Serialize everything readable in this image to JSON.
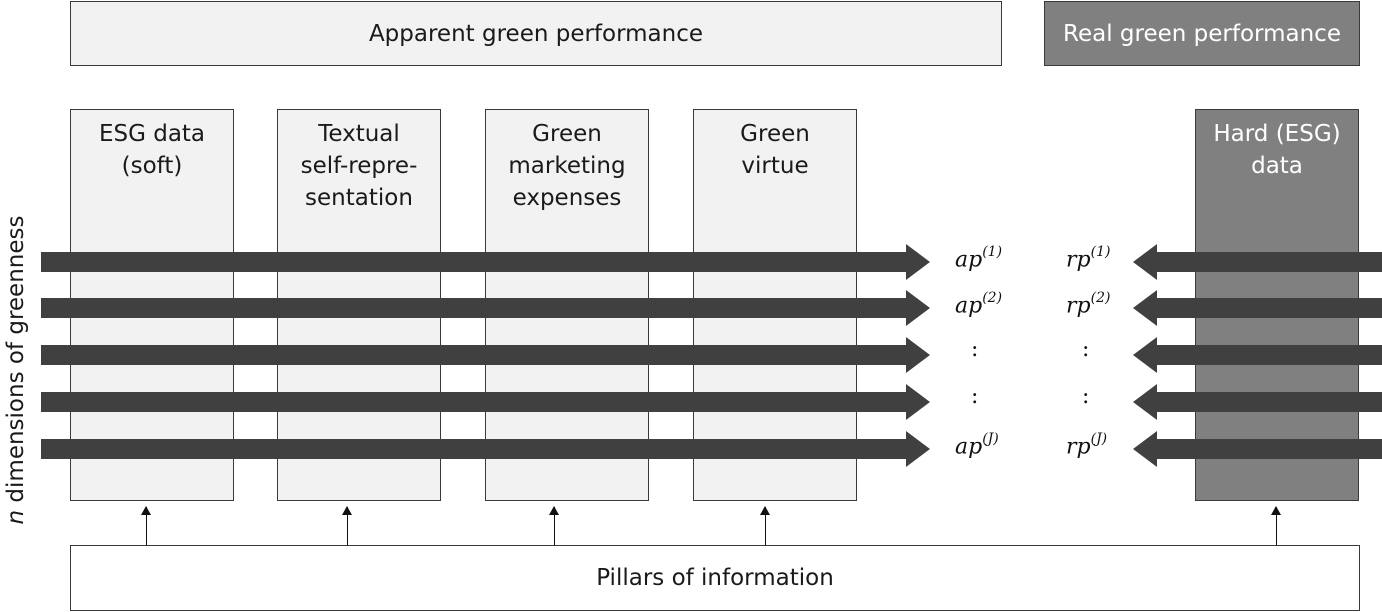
{
  "header": {
    "apparent": "Apparent green performance",
    "real": "Real green performance"
  },
  "pillars": [
    {
      "lines": [
        "ESG data",
        "(soft)"
      ]
    },
    {
      "lines": [
        "Textual",
        "self-repre-",
        "sentation"
      ]
    },
    {
      "lines": [
        "Green",
        "marketing",
        "expenses"
      ]
    },
    {
      "lines": [
        "Green",
        "virtue"
      ]
    }
  ],
  "hard_data": {
    "lines": [
      "Hard (ESG)",
      "data"
    ]
  },
  "y_axis_label": {
    "var": "n",
    "text": " dimensions of greenness"
  },
  "apparent_labels": [
    {
      "base": "ap",
      "sup": "(1)"
    },
    {
      "base": "ap",
      "sup": "(2)"
    },
    {
      "base": "",
      "sup": "",
      "dots": ":"
    },
    {
      "base": "",
      "sup": "",
      "dots": ":"
    },
    {
      "base": "ap",
      "sup": "(J)"
    }
  ],
  "real_labels": [
    {
      "base": "rp",
      "sup": "(1)"
    },
    {
      "base": "rp",
      "sup": "(2)"
    },
    {
      "base": "",
      "sup": "",
      "dots": ":"
    },
    {
      "base": "",
      "sup": "",
      "dots": ":"
    },
    {
      "base": "rp",
      "sup": "(J)"
    }
  ],
  "footer": "Pillars of information",
  "colors": {
    "arrow": "#404040",
    "light_box": "#f2f2f2",
    "dark_box": "#808080"
  }
}
